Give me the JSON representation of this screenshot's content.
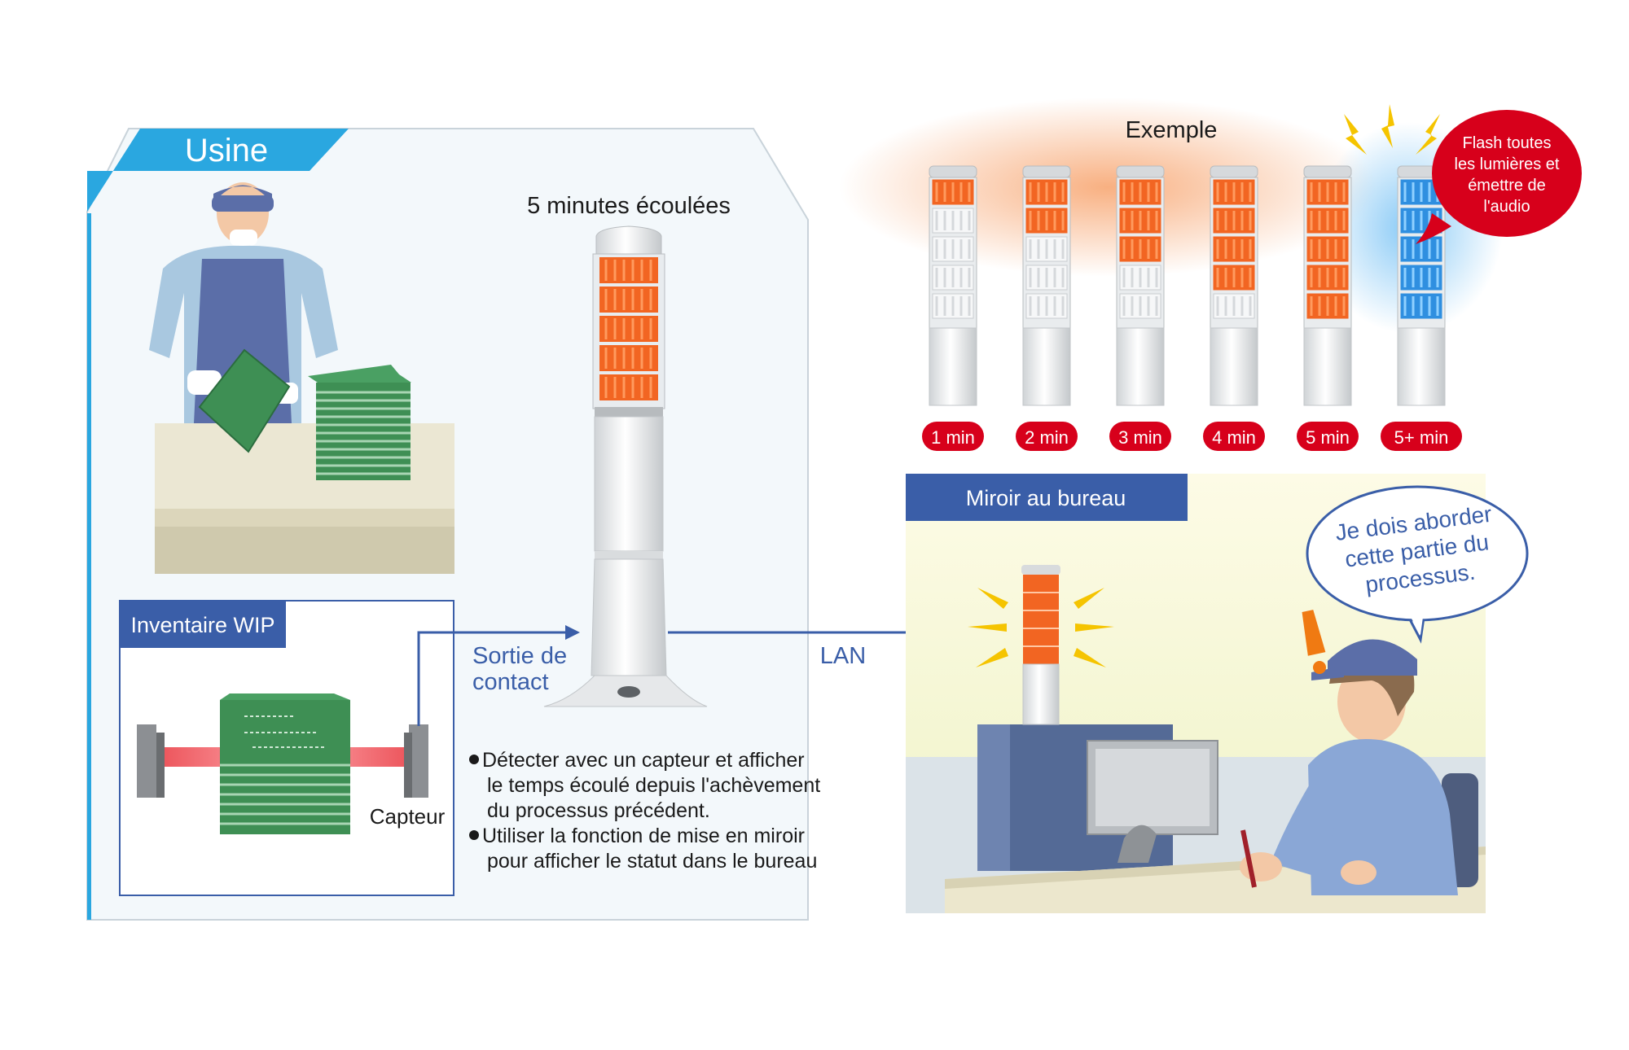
{
  "factory": {
    "title": "Usine"
  },
  "tower_main": {
    "caption": "5 minutes écoulées"
  },
  "wip": {
    "title": "Inventaire WIP",
    "sensor_label": "Capteur"
  },
  "contact_output": {
    "line1": "Sortie de",
    "line2": "contact"
  },
  "lan_label": "LAN",
  "bullets": [
    {
      "line1": "Détecter avec un capteur et afficher",
      "line2": "le temps écoulé depuis l'achèvement",
      "line3": "du processus précédent."
    },
    {
      "line1": "Utiliser la fonction de mise en miroir",
      "line2": "pour afficher le statut dans le bureau"
    }
  ],
  "example": {
    "title": "Exemple",
    "towers": [
      {
        "label": "1 min",
        "lit_segments": 1,
        "color": "#f26522"
      },
      {
        "label": "2 min",
        "lit_segments": 2,
        "color": "#f26522"
      },
      {
        "label": "3 min",
        "lit_segments": 3,
        "color": "#f26522"
      },
      {
        "label": "4 min",
        "lit_segments": 4,
        "color": "#f26522"
      },
      {
        "label": "5 min",
        "lit_segments": 5,
        "color": "#f26522"
      },
      {
        "label": "5+ min",
        "lit_segments": 5,
        "color": "#2f8fe0"
      }
    ],
    "flash_note": {
      "line1": "Flash toutes",
      "line2": "les lumières et",
      "line3": "émettre de",
      "line4": "l'audio"
    }
  },
  "office": {
    "title": "Miroir au bureau",
    "speech": {
      "line1": "Je dois aborder",
      "line2": "cette partie du",
      "line3": "processus."
    }
  },
  "colors": {
    "accent_blue": "#2aa7e0",
    "navy": "#3a5ea8",
    "label_red": "#d7001b",
    "lamp_orange": "#f26522",
    "lamp_blue": "#2f8fe0"
  }
}
